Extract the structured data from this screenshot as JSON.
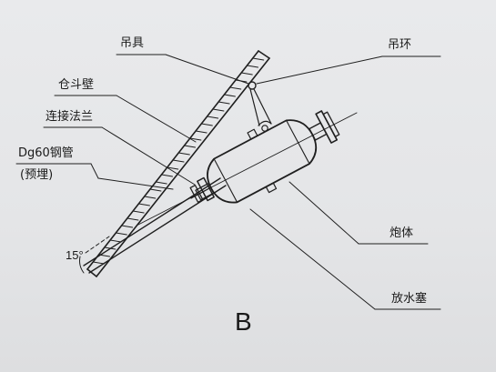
{
  "labels": {
    "hanger": "吊具",
    "lifting_ring": "吊环",
    "hopper_wall": "仓斗壁",
    "flange": "连接法兰",
    "pipe": "Dg60钢管",
    "pipe_note": "(预埋)",
    "body": "炮体",
    "drain_plug": "放水塞",
    "angle": "15°",
    "view": "B"
  },
  "colors": {
    "ink": "#1f1f1f",
    "paper": "#e6e7e9"
  }
}
